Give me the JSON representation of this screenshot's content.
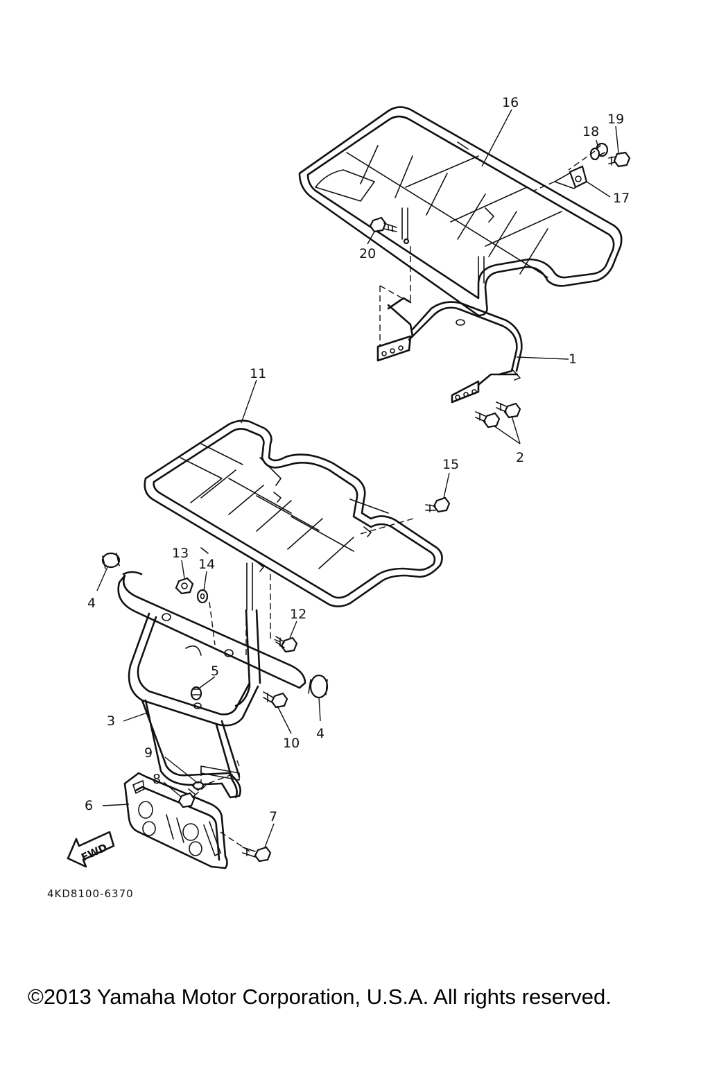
{
  "callouts": {
    "c1": "1",
    "c2": "2",
    "c3": "3",
    "c4a": "4",
    "c4b": "4",
    "c5": "5",
    "c6": "6",
    "c7": "7",
    "c8": "8",
    "c9": "9",
    "c10": "10",
    "c11": "11",
    "c12": "12",
    "c13": "13",
    "c14": "14",
    "c15": "15",
    "c16": "16",
    "c17": "17",
    "c18": "18",
    "c19": "19",
    "c20": "20"
  },
  "fwd_label": "FWD",
  "part_code": "4KD8100-6370",
  "copyright": "©2013 Yamaha Motor Corporation, U.S.A. All rights reserved."
}
